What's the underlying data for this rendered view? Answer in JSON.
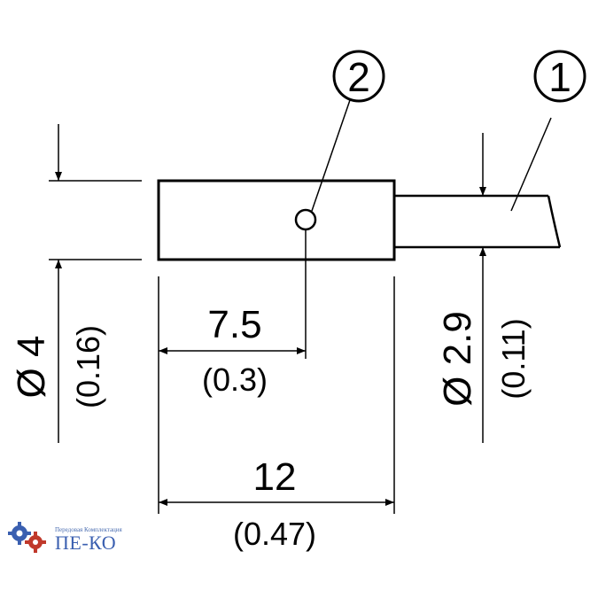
{
  "callouts": {
    "one": "1",
    "two": "2"
  },
  "dimensions": {
    "diameter_body_mm": "Ø 4",
    "diameter_body_in": "(0.16)",
    "diameter_cable_mm": "Ø 2.9",
    "diameter_cable_in": "(0.11)",
    "led_offset_mm": "7.5",
    "led_offset_in": "(0.3)",
    "length_mm": "12",
    "length_in": "(0.47)"
  },
  "logo": {
    "tagline": "Передовая Комплектация",
    "name": "ПЕ-КО",
    "colors": {
      "gear_blue": "#3a5fb0",
      "gear_red": "#c0392b"
    }
  }
}
